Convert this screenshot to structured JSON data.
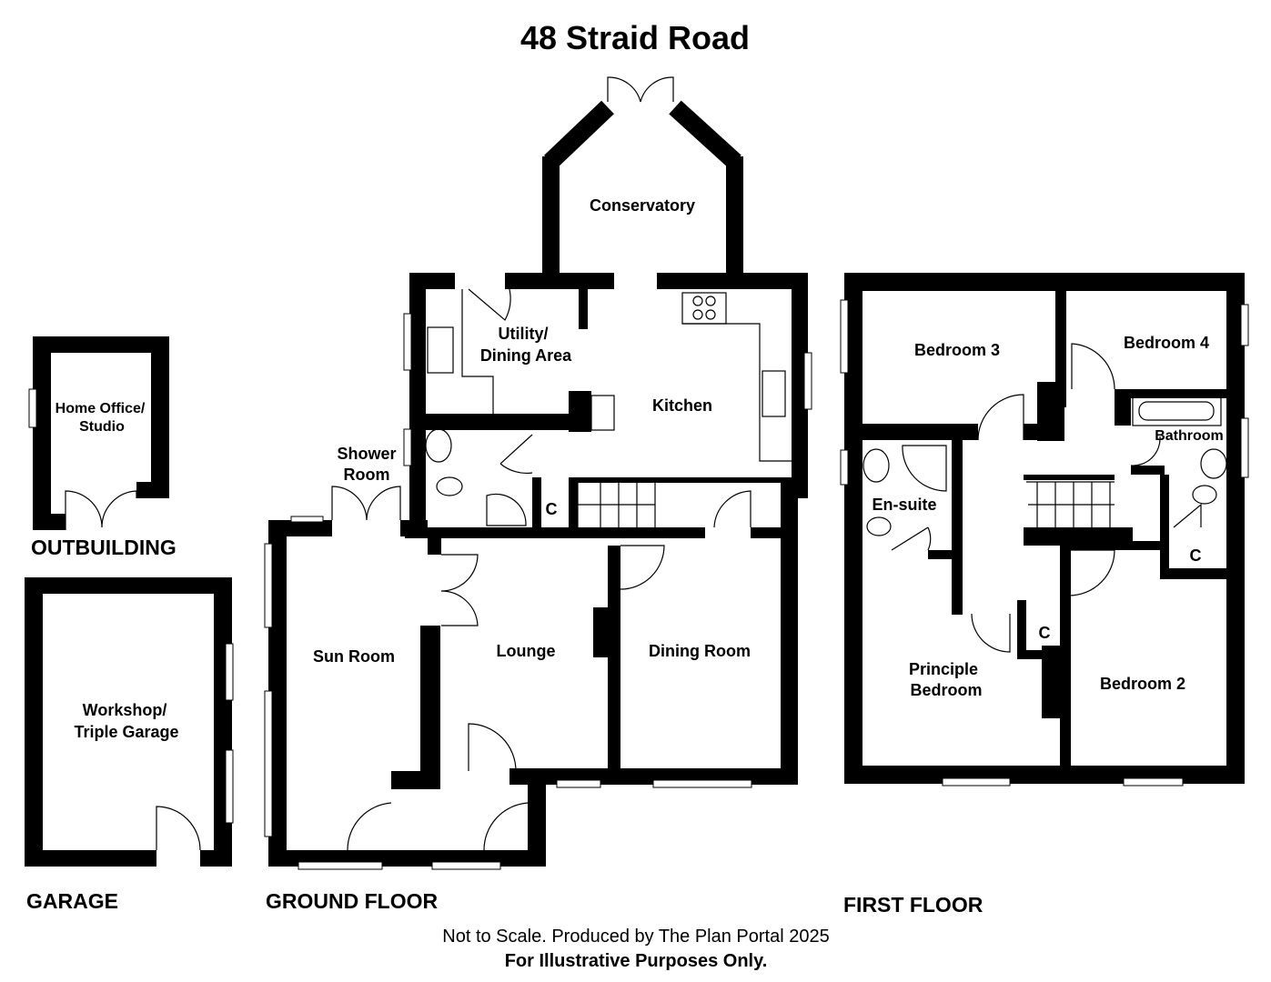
{
  "title": "48 Straid Road",
  "sections": {
    "outbuilding": "OUTBUILDING",
    "garage": "GARAGE",
    "ground_floor": "GROUND FLOOR",
    "first_floor": "FIRST FLOOR"
  },
  "rooms": {
    "home_office_1": "Home Office/",
    "home_office_2": "Studio",
    "workshop_1": "Workshop/",
    "workshop_2": "Triple Garage",
    "conservatory": "Conservatory",
    "utility_1": "Utility/",
    "utility_2": "Dining Area",
    "kitchen": "Kitchen",
    "shower_1": "Shower",
    "shower_2": "Room",
    "cupboard": "C",
    "sun_room": "Sun Room",
    "lounge": "Lounge",
    "dining_room": "Dining Room",
    "bedroom3": "Bedroom 3",
    "bedroom4": "Bedroom 4",
    "bathroom": "Bathroom",
    "ensuite": "En-suite",
    "principle_1": "Principle",
    "principle_2": "Bedroom",
    "bedroom2": "Bedroom 2"
  },
  "footer": {
    "line1": "Not to Scale. Produced by The Plan Portal 2025",
    "line2": "For Illustrative Purposes Only."
  }
}
